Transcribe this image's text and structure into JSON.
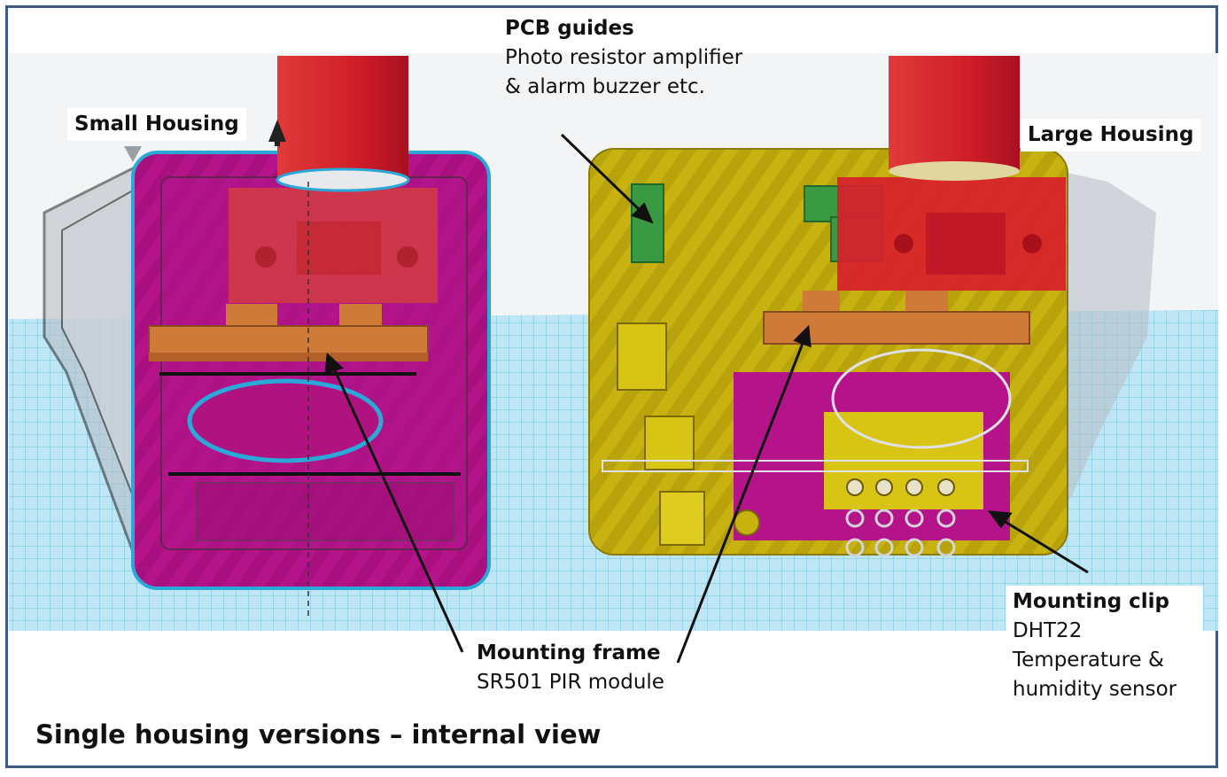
{
  "colors": {
    "border": "#3d5a80",
    "grid_fill": "#a8def0",
    "grid_line": "#5bbcd8",
    "small_housing": "#b5138a",
    "large_housing": "#c8b210",
    "pillar": "#d8202c",
    "frame_orange": "#d07a3a",
    "guide_green": "#3a9a44",
    "arrow": "#111111"
  },
  "labels": {
    "small_housing": "Small Housing",
    "large_housing": "Large Housing",
    "pcb_guides": {
      "title": "PCB guides",
      "line1": "Photo resistor amplifier",
      "line2": "& alarm buzzer etc."
    },
    "mounting_frame": {
      "title": "Mounting frame",
      "line1": "SR501 PIR module"
    },
    "mounting_clip": {
      "title": "Mounting clip",
      "line1": "DHT22",
      "line2": "Temperature &",
      "line3": "humidity sensor"
    }
  },
  "caption": "Single housing versions  – internal view"
}
